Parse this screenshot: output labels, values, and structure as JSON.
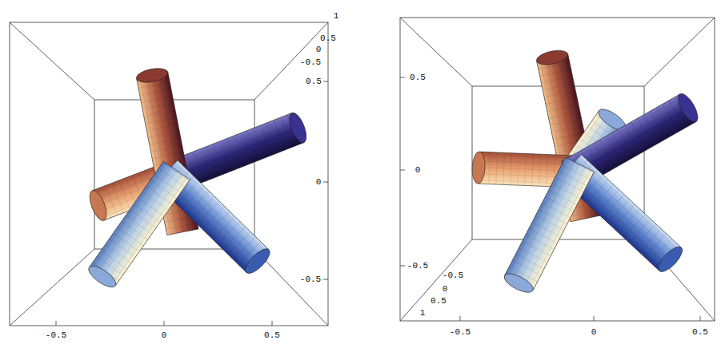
{
  "diagram": {
    "labels": [
      "1",
      "0.5",
      "0",
      "-0.5",
      "0.5",
      "0",
      "-0.5",
      "-0.5",
      "0",
      "0.5",
      "0.5",
      "0",
      "-0.5",
      "-0.5",
      "0",
      "0.5",
      "1",
      "-0.5",
      "0",
      "0.5"
    ]
  }
}
